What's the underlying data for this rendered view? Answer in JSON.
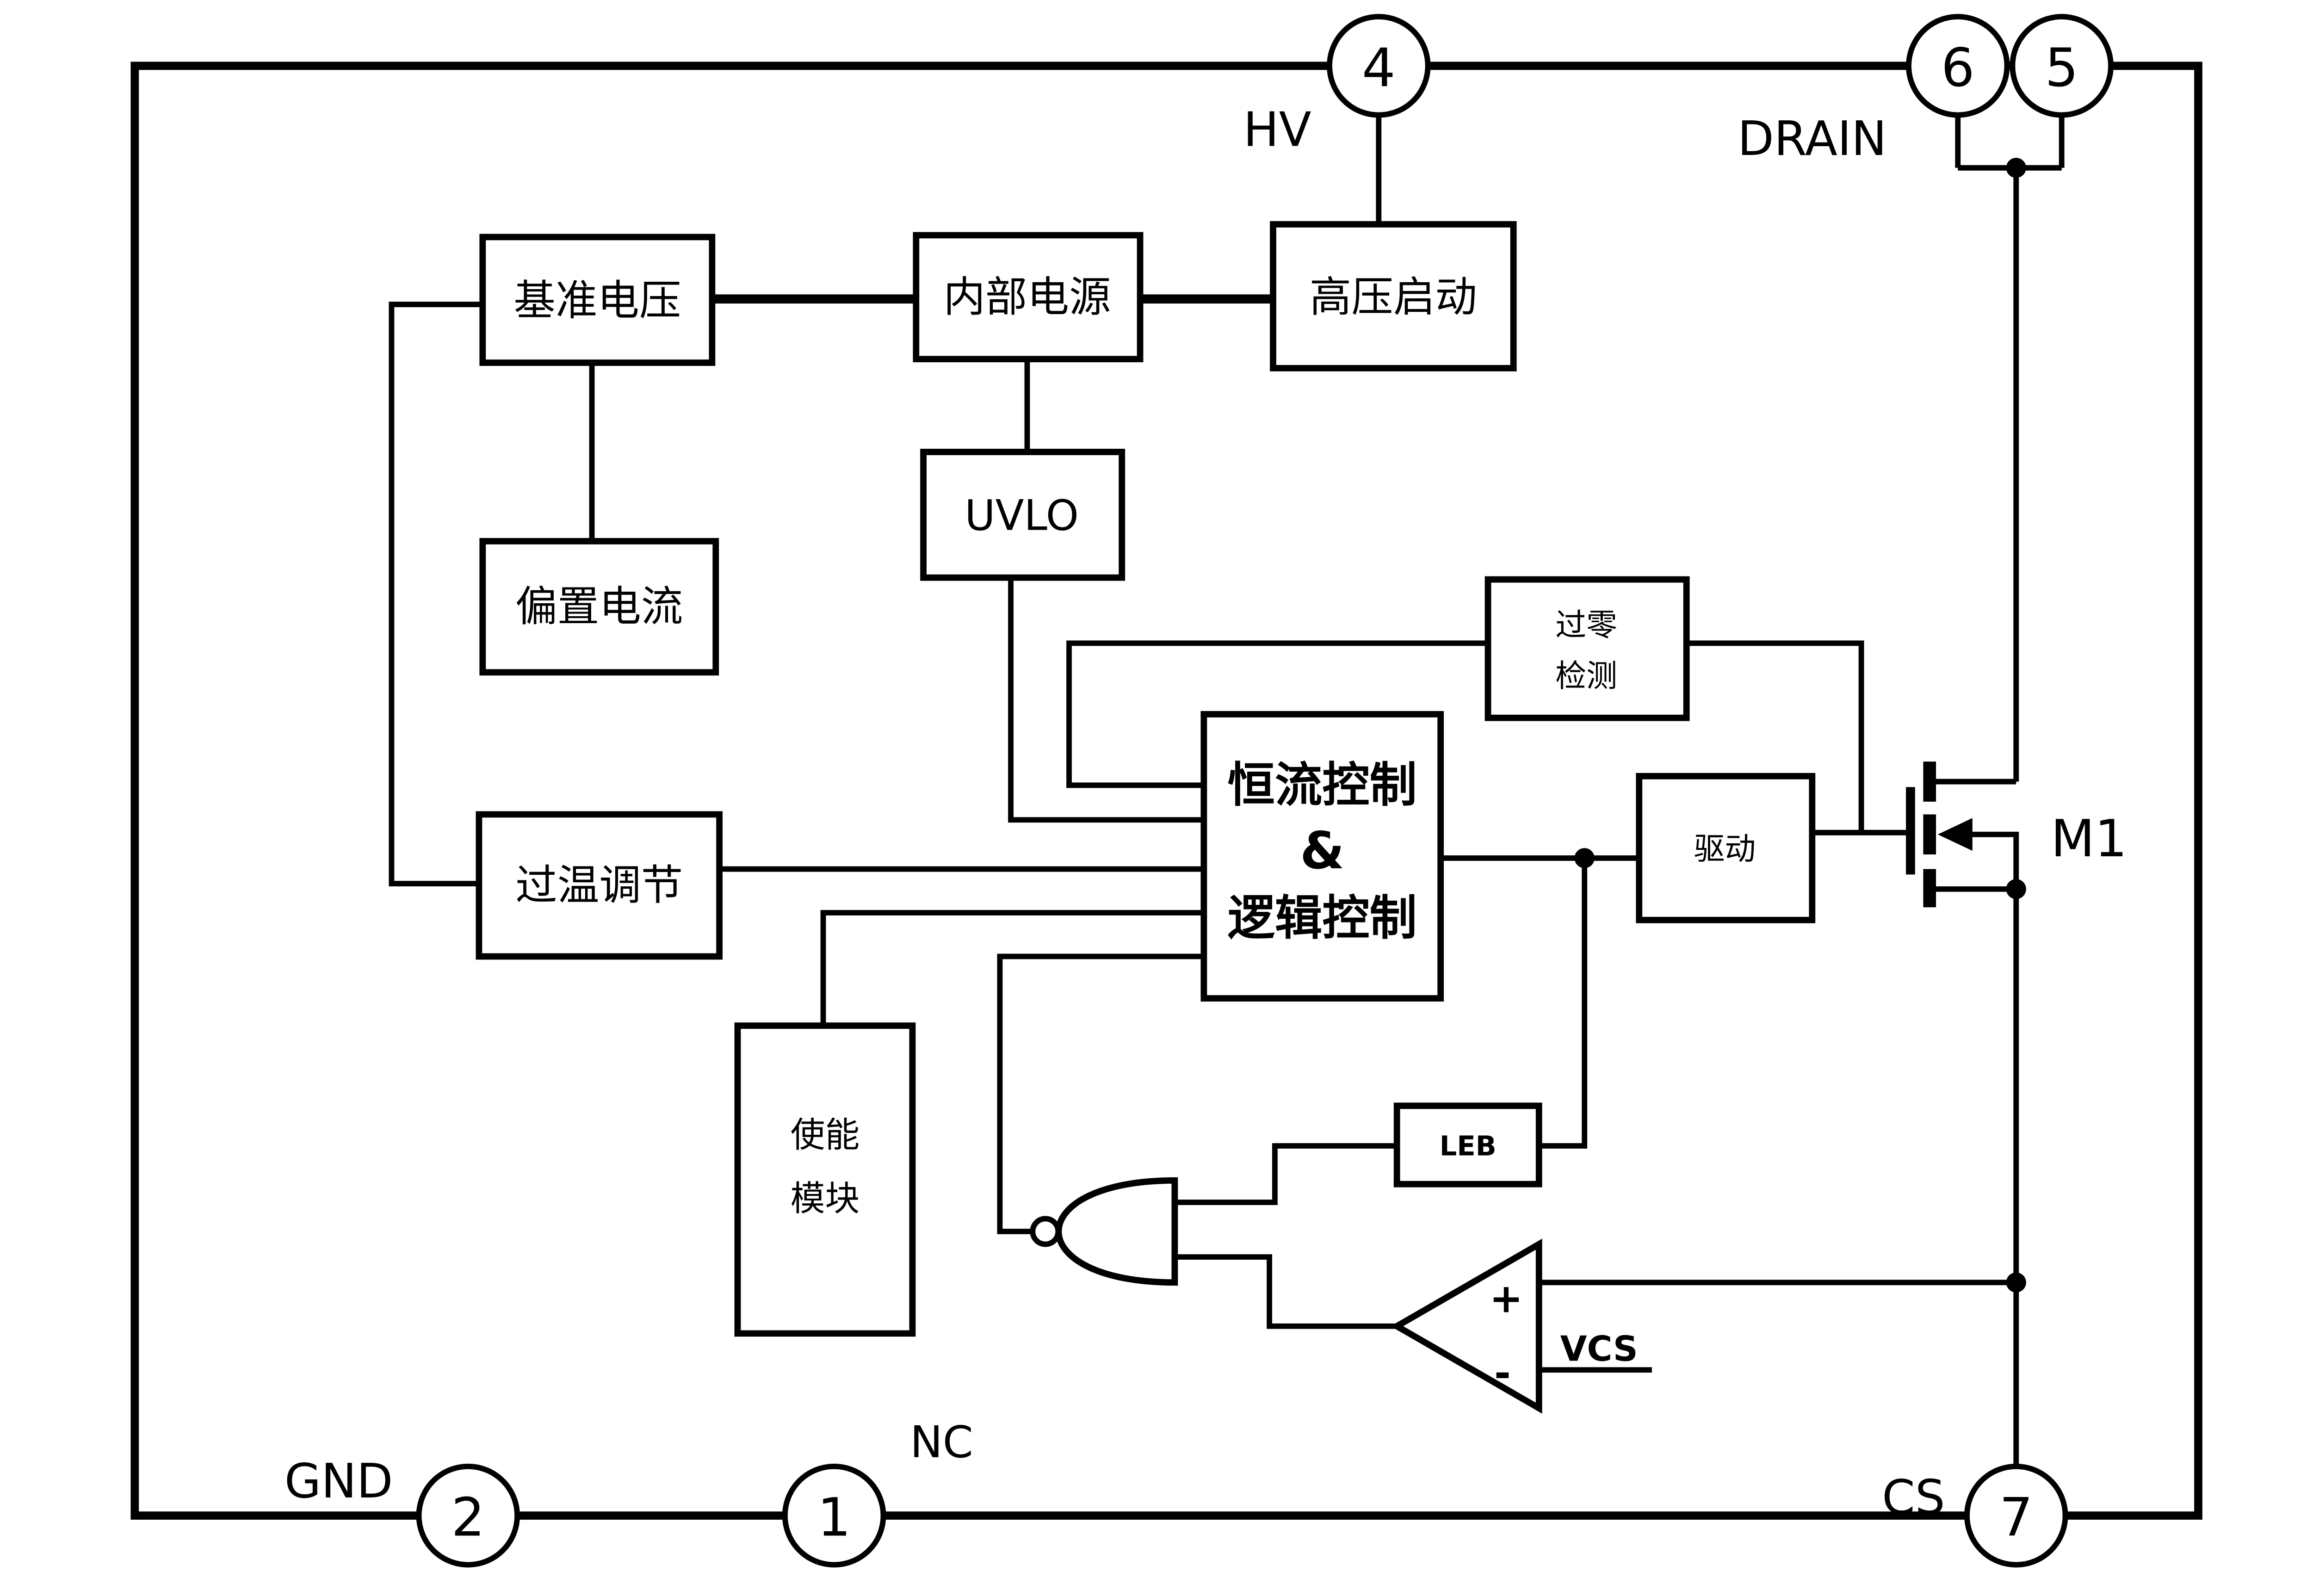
{
  "diagram": {
    "colors": {
      "line": "#000000",
      "background": "#ffffff"
    },
    "pins": [
      {
        "number": "4",
        "label": "HV"
      },
      {
        "number": "6",
        "label": "DRAIN"
      },
      {
        "number": "5",
        "label": "DRAIN"
      },
      {
        "number": "2",
        "label": "GND"
      },
      {
        "number": "1",
        "label": "NC"
      },
      {
        "number": "7",
        "label": "CS"
      }
    ],
    "blocks": {
      "ref_voltage": {
        "label": "基准电压"
      },
      "internal_power": {
        "label": "内部电源"
      },
      "hv_startup": {
        "label": "高压启动"
      },
      "uvlo": {
        "label": "UVLO"
      },
      "bias_current": {
        "label": "偏置电流"
      },
      "zero_cross": {
        "line1": "过零",
        "line2": "检测"
      },
      "cc_logic": {
        "line1": "恒流控制",
        "line2": "&",
        "line3": "逻辑控制"
      },
      "otp": {
        "label": "过温调节"
      },
      "driver": {
        "label": "驱动"
      },
      "enable": {
        "line1": "使能",
        "line2": "模块"
      },
      "leb": {
        "label": "LEB"
      }
    },
    "mosfet": {
      "label": "M1"
    },
    "comparator": {
      "plus": "+",
      "minus": "-",
      "ref": "VCS"
    }
  }
}
